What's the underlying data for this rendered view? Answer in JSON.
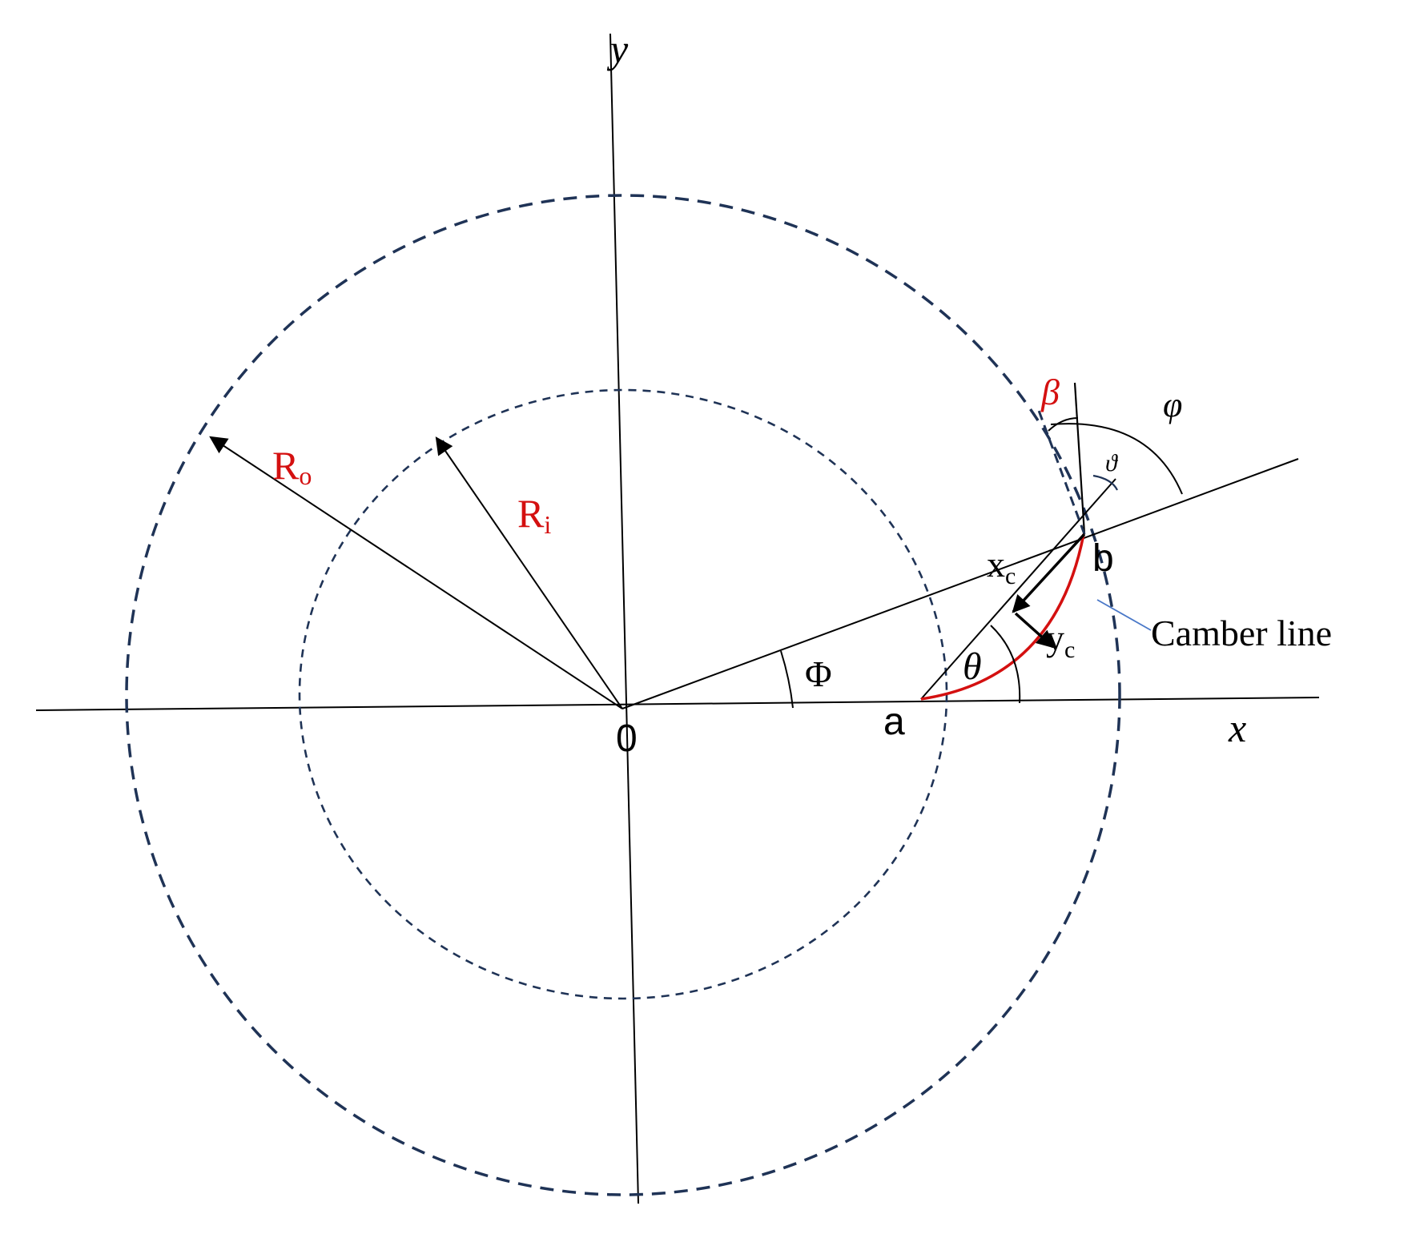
{
  "labels": {
    "axis_x": "x",
    "axis_y": "y",
    "origin": "0",
    "point_a": "a",
    "point_b": "b",
    "outer_radius_main": "R",
    "outer_radius_sub": "o",
    "inner_radius_main": "R",
    "inner_radius_sub": "i",
    "angle_Phi": "Φ",
    "angle_theta": "θ",
    "angle_beta": "β",
    "angle_varphi": "φ",
    "angle_vartheta": "ϑ",
    "xc_main": "x",
    "xc_sub": "c",
    "yc_main": "y",
    "yc_sub": "c",
    "camber_line": "Camber line"
  },
  "colors": {
    "line": "#000000",
    "circle": "#1f3356",
    "highlight": "#d41010",
    "leader": "#4a78c8"
  }
}
